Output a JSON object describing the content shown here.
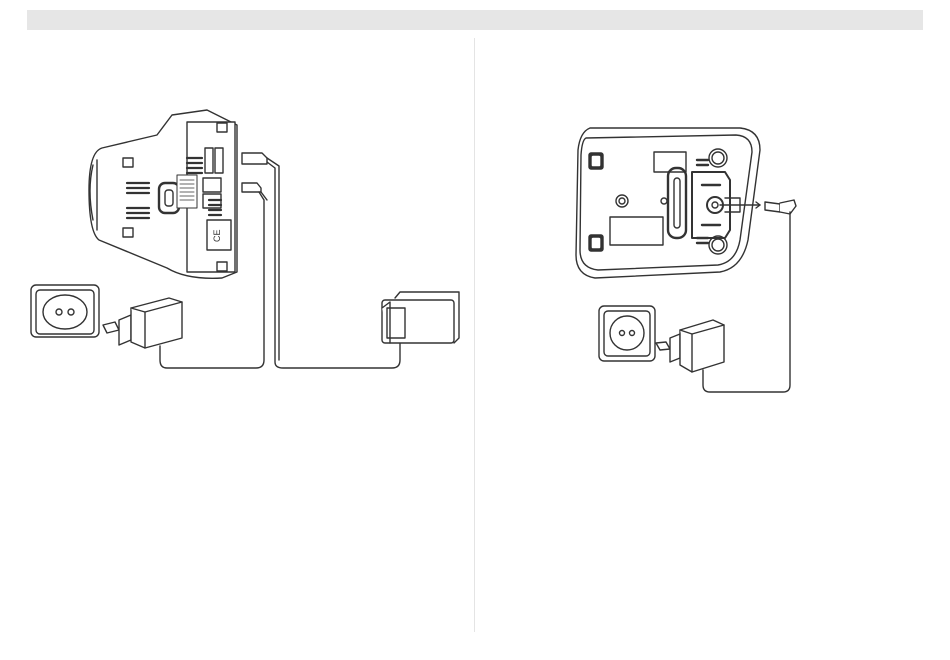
{
  "page": {
    "header_bar_color": "#e6e6e6",
    "line_color": "#333333"
  },
  "figures": [
    {
      "id": "left-figure",
      "subject": "base-station-rear-with-power-and-phone-connection",
      "icons": [
        "base-station-icon",
        "wall-socket-icon",
        "power-adapter-icon",
        "phone-line-box-icon",
        "ce-mark-icon"
      ],
      "printed_text": {
        "ce_mark": "CE"
      }
    },
    {
      "id": "right-figure",
      "subject": "charger-bottom-with-power-connection",
      "icons": [
        "charger-base-icon",
        "wall-socket-icon",
        "power-adapter-icon"
      ]
    }
  ]
}
